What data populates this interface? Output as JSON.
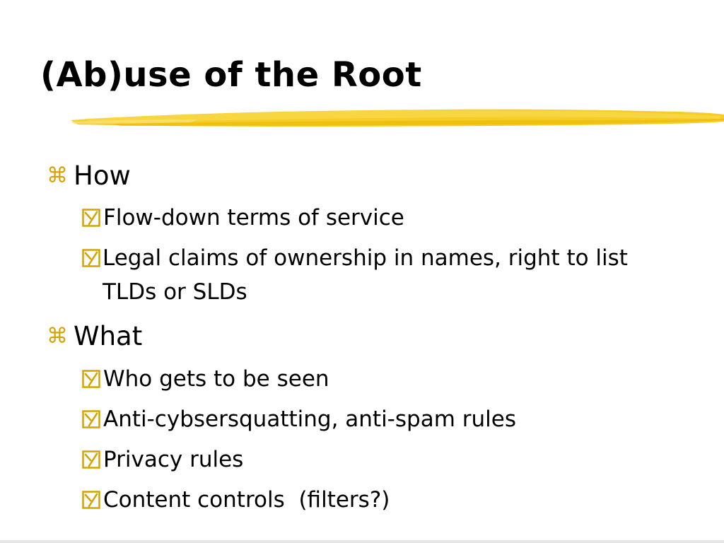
{
  "slide": {
    "title": "(Ab)use of the Root",
    "accent_color": "#f2c200",
    "bullet_color": "#d4a300",
    "level1_bullet_icon": "command-key-icon",
    "level2_bullet_icon": "checkbox-check-icon",
    "sections": [
      {
        "heading": "How",
        "items": [
          "Flow-down terms of service",
          "Legal claims of ownership in names, right to list TLDs or SLDs"
        ]
      },
      {
        "heading": "What",
        "items": [
          "Who gets to be seen",
          "Anti-cybsersquatting, anti-spam rules",
          "Privacy rules",
          "Content controls  (filters?)"
        ]
      }
    ]
  }
}
